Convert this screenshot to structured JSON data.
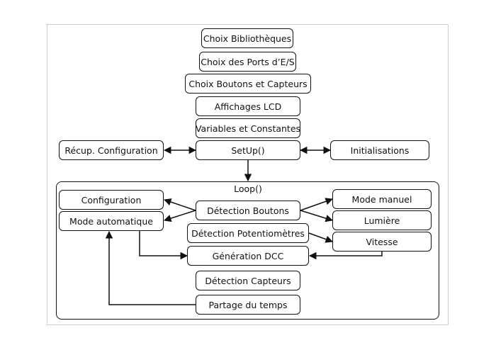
{
  "setup": {
    "libraries": "Choix Bibliothèques",
    "ports": "Choix des Ports d’E/S",
    "buttons_sensors": "Choix Boutons et Capteurs",
    "lcd": "Affichages LCD",
    "variables": "Variables et Constantes",
    "recup_config": "Récup. Configuration",
    "setup_fn": "SetUp()",
    "initialisations": "Initialisations"
  },
  "loop": {
    "title": "Loop()",
    "configuration": "Configuration",
    "mode_auto": "Mode automatique",
    "detection_boutons": "Détection Boutons",
    "detection_potentiometres": "Détection Potentiomètres",
    "generation_dcc": "Génération DCC",
    "detection_capteurs": "Détection Capteurs",
    "partage_temps": "Partage du temps",
    "mode_manuel": "Mode manuel",
    "lumiere": "Lumière",
    "vitesse": "Vitesse"
  }
}
